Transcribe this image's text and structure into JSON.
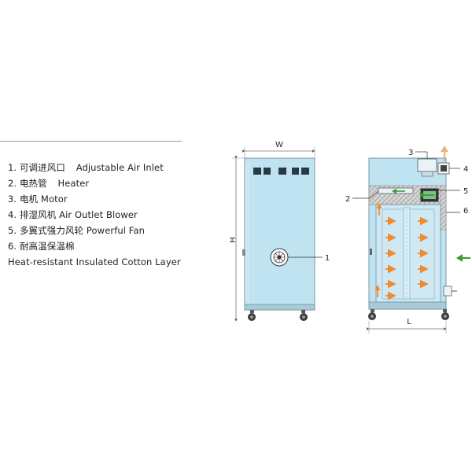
{
  "legend": {
    "items": [
      {
        "num": "1.",
        "zh": "可调进风口",
        "en": "Adjustable Air Inlet"
      },
      {
        "num": "2.",
        "zh": "电热管",
        "en": "Heater"
      },
      {
        "num": "3.",
        "zh": "电机",
        "en": "Motor"
      },
      {
        "num": "4.",
        "zh": "排湿风机",
        "en": "Air Outlet Blower"
      },
      {
        "num": "5.",
        "zh": "多翼式强力风轮",
        "en": "Powerful Fan"
      },
      {
        "num": "6.",
        "zh": "耐高温保温棉",
        "en": ""
      }
    ],
    "last_line": "Heat-resistant Insulated Cotton Layer"
  },
  "front_view": {
    "width_label": "W",
    "height_label": "H",
    "callout_1": "1"
  },
  "side_view": {
    "length_label": "L",
    "callout_2": "2",
    "callout_3": "3",
    "callout_4": "4",
    "callout_5": "5",
    "callout_6": "6"
  },
  "colors": {
    "cabinet_fill": "#bfe3f1",
    "outline": "#6d8f9c",
    "insulation": "#d0d0d0",
    "airflow_arrow": "#f08a2c",
    "exhaust_arrow": "#e8b27a",
    "inlet_arrow": "#3a9a3a"
  }
}
